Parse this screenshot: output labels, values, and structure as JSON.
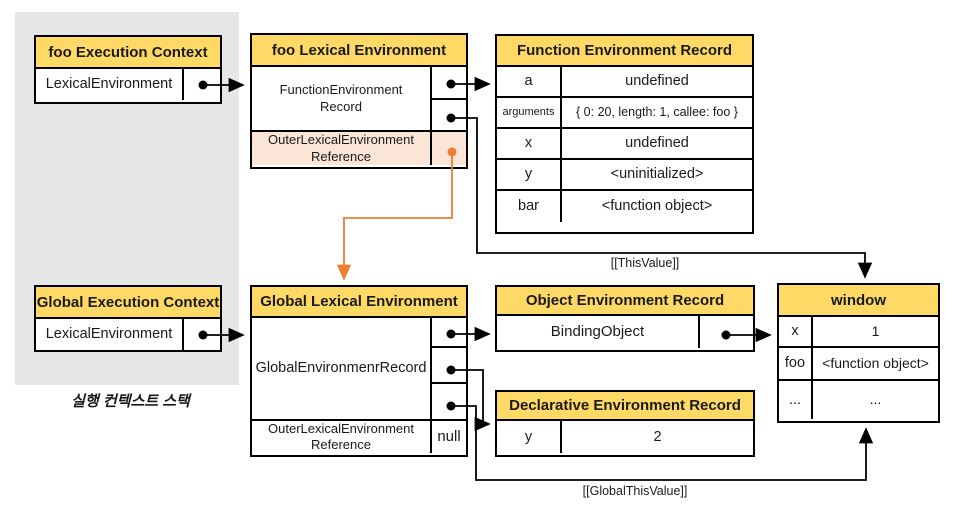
{
  "colors": {
    "header_yellow": "#FFD966",
    "pink_cell": "#FBE5D6",
    "orange_accent": "#ED7D31",
    "stack_gray": "#E7E6E6",
    "line_black": "#000000"
  },
  "caption": "실행 컨텍스트 스택",
  "labels": {
    "this_value": "[[ThisValue]]",
    "global_this_value": "[[GlobalThisValue]]"
  },
  "foo_execution_context": {
    "title": "foo Execution Context",
    "row_label": "LexicalEnvironment"
  },
  "global_execution_context": {
    "title": "Global Execution Context",
    "row_label": "LexicalEnvironment"
  },
  "foo_lexical_environment": {
    "title": "foo Lexical Environment",
    "record_label": "FunctionEnvironment Record",
    "outer_label": "OuterLexicalEnvironment Reference"
  },
  "global_lexical_environment": {
    "title": "Global Lexical Environment",
    "record_label": "GlobalEnvironmenrRecord",
    "outer_label": "OuterLexicalEnvironment Reference",
    "outer_value": "null"
  },
  "function_environment_record": {
    "title": "Function Environment Record",
    "entries": [
      {
        "key": "a",
        "value": "undefined"
      },
      {
        "key": "arguments",
        "value": "{ 0: 20, length: 1, callee: foo }"
      },
      {
        "key": "x",
        "value": "undefined"
      },
      {
        "key": "y",
        "value": "<uninitialized>"
      },
      {
        "key": "bar",
        "value": "<function object>"
      }
    ]
  },
  "object_environment_record": {
    "title": "Object Environment Record",
    "row_label": "BindingObject"
  },
  "declarative_environment_record": {
    "title": "Declarative Environment Record",
    "entries": [
      {
        "key": "y",
        "value": "2"
      }
    ]
  },
  "window_object": {
    "title": "window",
    "entries": [
      {
        "key": "x",
        "value": "1"
      },
      {
        "key": "foo",
        "value": "<function object>"
      },
      {
        "key": "...",
        "value": "..."
      }
    ]
  }
}
